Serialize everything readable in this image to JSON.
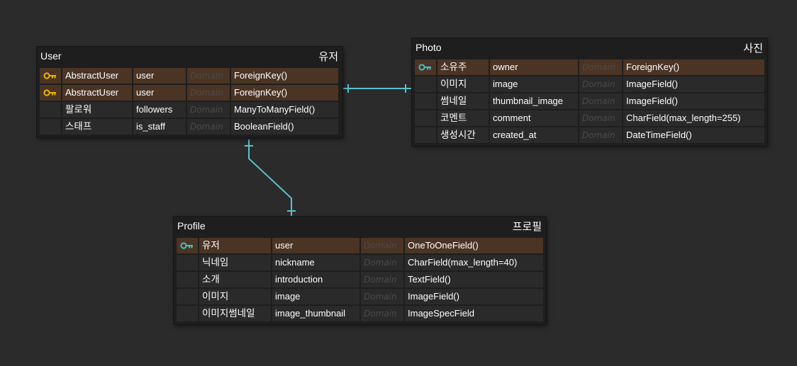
{
  "colors": {
    "background": "#2b2b2b",
    "table_bg": "#1e1e1e",
    "row_bg": "#2a2a2a",
    "foreign_key_row_bg": "#4b3424",
    "connector": "#5bc2cc",
    "user_key_icon": "#e8b400",
    "teal_key_icon": "#42c0c8"
  },
  "tables": {
    "user": {
      "name": "User",
      "label": "유저",
      "rows": [
        {
          "key_icon": "key-icon",
          "col1": "AbstractUser",
          "col2": "user",
          "domain": "Domain",
          "type": "ForeignKey()"
        },
        {
          "key_icon": "key-icon",
          "col1": "AbstractUser",
          "col2": "user",
          "domain": "Domain",
          "type": "ForeignKey()"
        },
        {
          "col1": "팔로워",
          "col2": "followers",
          "domain": "Domain",
          "type": "ManyToManyField()"
        },
        {
          "col1": "스태프",
          "col2": "is_staff",
          "domain": "Domain",
          "type": "BooleanField()"
        }
      ]
    },
    "photo": {
      "name": "Photo",
      "label": "사진",
      "rows": [
        {
          "key_icon": "key-icon",
          "col1": "소유주",
          "col2": "owner",
          "domain": "Domain",
          "type": "ForeignKey()"
        },
        {
          "col1": "이미지",
          "col2": "image",
          "domain": "Domain",
          "type": "ImageField()"
        },
        {
          "col1": "썸네일",
          "col2": "thumbnail_image",
          "domain": "Domain",
          "type": "ImageField()"
        },
        {
          "col1": "코멘트",
          "col2": "comment",
          "domain": "Domain",
          "type": "CharField(max_length=255)"
        },
        {
          "col1": "생성시간",
          "col2": "created_at",
          "domain": "Domain",
          "type": "DateTimeField()"
        }
      ]
    },
    "profile": {
      "name": "Profile",
      "label": "프로필",
      "rows": [
        {
          "key_icon": "key-icon",
          "col1": "유저",
          "col2": "user",
          "domain": "Domain",
          "type": "OneToOneField()"
        },
        {
          "col1": "닉네임",
          "col2": "nickname",
          "domain": "Domain",
          "type": "CharField(max_length=40)"
        },
        {
          "col1": "소개",
          "col2": "introduction",
          "domain": "Domain",
          "type": "TextField()"
        },
        {
          "col1": "이미지",
          "col2": "image",
          "domain": "Domain",
          "type": "ImageField()"
        },
        {
          "col1": "이미지썸네일",
          "col2": "image_thumbnail",
          "domain": "Domain",
          "type": "ImageSpecField"
        }
      ]
    }
  }
}
